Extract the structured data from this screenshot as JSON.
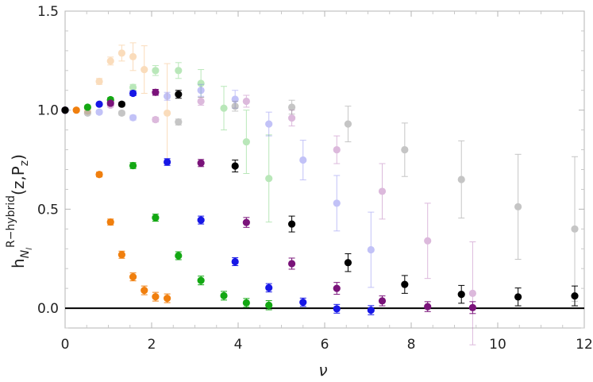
{
  "chart_data": {
    "type": "scatter",
    "title": "",
    "xlabel": "ν",
    "ylabel": {
      "base": "h",
      "sub": "N",
      "subsub": "l",
      "sup": "R−hybrid",
      "args": "(z,P",
      "argsub": "z",
      "close": ")"
    },
    "xlim": [
      0,
      12
    ],
    "ylim": [
      -0.1,
      1.5
    ],
    "xticks": [
      0,
      2,
      4,
      6,
      8,
      10,
      12
    ],
    "yticks": [
      0.0,
      0.5,
      1.0,
      1.5
    ],
    "xtick_labels": [
      "0",
      "2",
      "4",
      "6",
      "8",
      "10",
      "12"
    ],
    "ytick_labels": [
      "0.0",
      "0.5",
      "1.0",
      "1.5"
    ],
    "grid": false,
    "reference_line": {
      "y": 0
    },
    "series": [
      {
        "color": "#f07f0e",
        "opacity": 1,
        "points": [
          {
            "x": 0.0,
            "y": 1.0,
            "err": 0.005
          },
          {
            "x": 0.26,
            "y": 1.0,
            "err": 0.006
          },
          {
            "x": 0.79,
            "y": 0.675,
            "err": 0.012
          },
          {
            "x": 1.05,
            "y": 0.435,
            "err": 0.015
          },
          {
            "x": 1.31,
            "y": 0.27,
            "err": 0.018
          },
          {
            "x": 1.57,
            "y": 0.158,
            "err": 0.02
          },
          {
            "x": 1.83,
            "y": 0.09,
            "err": 0.022
          },
          {
            "x": 2.09,
            "y": 0.058,
            "err": 0.022
          },
          {
            "x": 2.36,
            "y": 0.05,
            "err": 0.022
          }
        ]
      },
      {
        "color": "#13a813",
        "opacity": 1,
        "points": [
          {
            "x": 0.0,
            "y": 1.0,
            "err": 0.005
          },
          {
            "x": 0.52,
            "y": 1.015,
            "err": 0.008
          },
          {
            "x": 1.05,
            "y": 1.053,
            "err": 0.01
          },
          {
            "x": 1.57,
            "y": 0.72,
            "err": 0.015
          },
          {
            "x": 2.09,
            "y": 0.457,
            "err": 0.018
          },
          {
            "x": 2.62,
            "y": 0.265,
            "err": 0.02
          },
          {
            "x": 3.14,
            "y": 0.14,
            "err": 0.022
          },
          {
            "x": 3.67,
            "y": 0.063,
            "err": 0.022
          },
          {
            "x": 4.19,
            "y": 0.027,
            "err": 0.022
          },
          {
            "x": 4.71,
            "y": 0.015,
            "err": 0.023
          }
        ]
      },
      {
        "color": "#1717e6",
        "opacity": 1,
        "points": [
          {
            "x": 0.0,
            "y": 1.0,
            "err": 0.005
          },
          {
            "x": 0.79,
            "y": 1.03,
            "err": 0.008
          },
          {
            "x": 1.57,
            "y": 1.085,
            "err": 0.012
          },
          {
            "x": 2.36,
            "y": 0.738,
            "err": 0.017
          },
          {
            "x": 3.14,
            "y": 0.445,
            "err": 0.02
          },
          {
            "x": 3.93,
            "y": 0.235,
            "err": 0.02
          },
          {
            "x": 4.71,
            "y": 0.103,
            "err": 0.021
          },
          {
            "x": 5.5,
            "y": 0.03,
            "err": 0.021
          },
          {
            "x": 6.28,
            "y": -0.003,
            "err": 0.022
          },
          {
            "x": 7.07,
            "y": -0.01,
            "err": 0.023
          }
        ]
      },
      {
        "color": "#7a137a",
        "opacity": 1,
        "points": [
          {
            "x": 0.0,
            "y": 1.0,
            "err": 0.005
          },
          {
            "x": 1.05,
            "y": 1.035,
            "err": 0.01
          },
          {
            "x": 2.09,
            "y": 1.09,
            "err": 0.015
          },
          {
            "x": 3.14,
            "y": 0.733,
            "err": 0.018
          },
          {
            "x": 4.19,
            "y": 0.433,
            "err": 0.025
          },
          {
            "x": 5.24,
            "y": 0.225,
            "err": 0.028
          },
          {
            "x": 6.28,
            "y": 0.1,
            "err": 0.03
          },
          {
            "x": 7.33,
            "y": 0.037,
            "err": 0.025
          },
          {
            "x": 8.38,
            "y": 0.008,
            "err": 0.025
          },
          {
            "x": 9.42,
            "y": 0.003,
            "err": 0.03
          }
        ]
      },
      {
        "color": "#000000",
        "opacity": 1,
        "points": [
          {
            "x": 0.0,
            "y": 1.0,
            "err": 0.005
          },
          {
            "x": 1.31,
            "y": 1.03,
            "err": 0.01
          },
          {
            "x": 2.62,
            "y": 1.08,
            "err": 0.02
          },
          {
            "x": 3.93,
            "y": 0.718,
            "err": 0.03
          },
          {
            "x": 5.24,
            "y": 0.425,
            "err": 0.04
          },
          {
            "x": 6.54,
            "y": 0.23,
            "err": 0.045
          },
          {
            "x": 7.85,
            "y": 0.12,
            "err": 0.045
          },
          {
            "x": 9.16,
            "y": 0.07,
            "err": 0.045
          },
          {
            "x": 10.47,
            "y": 0.057,
            "err": 0.045
          },
          {
            "x": 11.78,
            "y": 0.062,
            "err": 0.05
          }
        ]
      },
      {
        "color": "#f5b26b",
        "opacity": 0.45,
        "points": [
          {
            "x": 0.52,
            "y": 0.995,
            "err": 0.01
          },
          {
            "x": 0.79,
            "y": 1.145,
            "err": 0.015
          },
          {
            "x": 1.05,
            "y": 1.248,
            "err": 0.02
          },
          {
            "x": 1.31,
            "y": 1.288,
            "err": 0.04
          },
          {
            "x": 1.57,
            "y": 1.27,
            "err": 0.07
          },
          {
            "x": 1.83,
            "y": 1.205,
            "err": 0.12
          },
          {
            "x": 2.36,
            "y": 0.985,
            "err": 0.25
          }
        ]
      },
      {
        "color": "#66cc66",
        "opacity": 0.45,
        "points": [
          {
            "x": 1.05,
            "y": 1.05,
            "err": 0.01
          },
          {
            "x": 1.57,
            "y": 1.115,
            "err": 0.015
          },
          {
            "x": 2.09,
            "y": 1.2,
            "err": 0.025
          },
          {
            "x": 2.62,
            "y": 1.2,
            "err": 0.04
          },
          {
            "x": 3.14,
            "y": 1.135,
            "err": 0.07
          },
          {
            "x": 3.67,
            "y": 1.01,
            "err": 0.11
          },
          {
            "x": 4.19,
            "y": 0.84,
            "err": 0.16
          },
          {
            "x": 4.71,
            "y": 0.655,
            "err": 0.22
          }
        ]
      },
      {
        "color": "#7a7aef",
        "opacity": 0.45,
        "points": [
          {
            "x": 0.79,
            "y": 0.99,
            "err": 0.01
          },
          {
            "x": 1.57,
            "y": 0.962,
            "err": 0.012
          },
          {
            "x": 2.36,
            "y": 1.07,
            "err": 0.02
          },
          {
            "x": 3.14,
            "y": 1.1,
            "err": 0.03
          },
          {
            "x": 3.93,
            "y": 1.055,
            "err": 0.045
          },
          {
            "x": 4.71,
            "y": 0.93,
            "err": 0.06
          },
          {
            "x": 5.5,
            "y": 0.748,
            "err": 0.1
          },
          {
            "x": 6.28,
            "y": 0.53,
            "err": 0.14
          },
          {
            "x": 7.07,
            "y": 0.295,
            "err": 0.19
          }
        ]
      },
      {
        "color": "#b266b2",
        "opacity": 0.45,
        "points": [
          {
            "x": 1.05,
            "y": 1.025,
            "err": 0.01
          },
          {
            "x": 2.09,
            "y": 0.952,
            "err": 0.012
          },
          {
            "x": 3.14,
            "y": 1.045,
            "err": 0.02
          },
          {
            "x": 4.19,
            "y": 1.045,
            "err": 0.03
          },
          {
            "x": 5.24,
            "y": 0.96,
            "err": 0.04
          },
          {
            "x": 6.28,
            "y": 0.8,
            "err": 0.07
          },
          {
            "x": 7.33,
            "y": 0.59,
            "err": 0.14
          },
          {
            "x": 8.38,
            "y": 0.34,
            "err": 0.19
          },
          {
            "x": 9.42,
            "y": 0.075,
            "err": 0.26
          }
        ]
      },
      {
        "color": "#808080",
        "opacity": 0.45,
        "points": [
          {
            "x": 0.52,
            "y": 0.985,
            "err": 0.008
          },
          {
            "x": 1.31,
            "y": 0.985,
            "err": 0.01
          },
          {
            "x": 2.62,
            "y": 0.94,
            "err": 0.015
          },
          {
            "x": 3.93,
            "y": 1.02,
            "err": 0.025
          },
          {
            "x": 5.24,
            "y": 1.015,
            "err": 0.035
          },
          {
            "x": 6.54,
            "y": 0.93,
            "err": 0.09
          },
          {
            "x": 7.85,
            "y": 0.8,
            "err": 0.135
          },
          {
            "x": 9.16,
            "y": 0.65,
            "err": 0.195
          },
          {
            "x": 10.47,
            "y": 0.512,
            "err": 0.265
          },
          {
            "x": 11.78,
            "y": 0.4,
            "err": 0.365
          }
        ]
      }
    ]
  }
}
